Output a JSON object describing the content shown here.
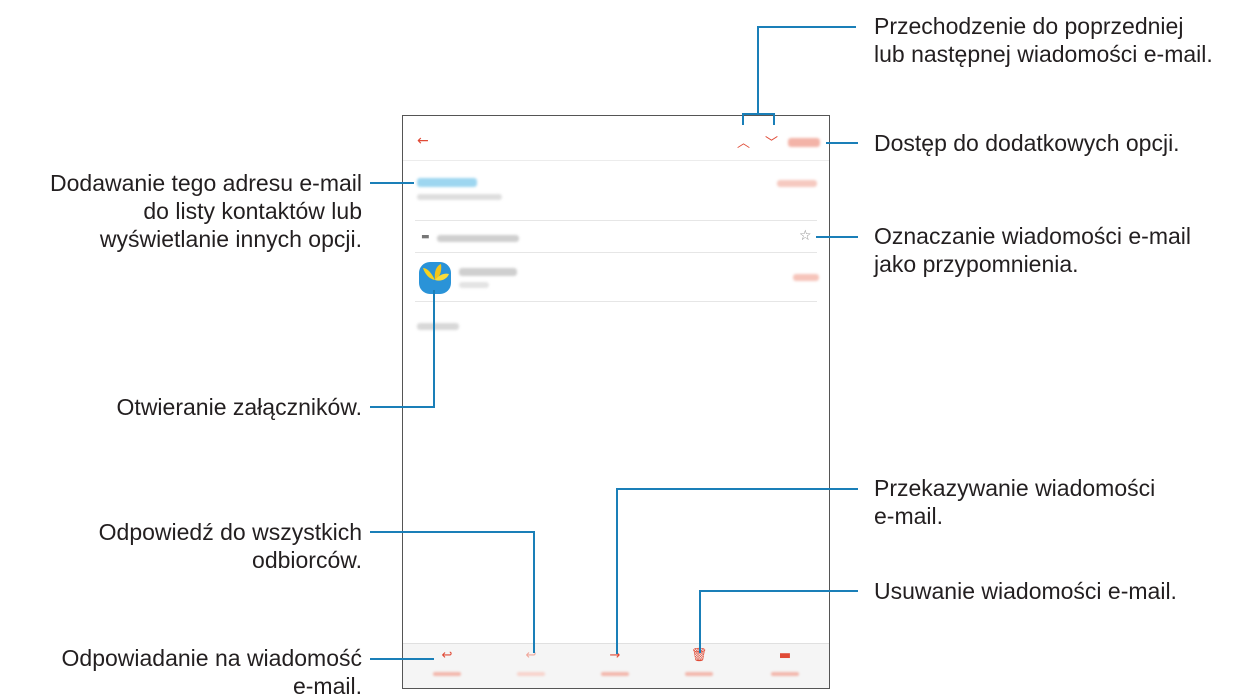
{
  "callouts": {
    "navigate": [
      "Przechodzenie do poprzedniej",
      "lub następnej wiadomości e-mail."
    ],
    "more_options": [
      "Dostęp do dodatkowych opcji."
    ],
    "add_contact": [
      "Dodawanie tego adresu e-mail",
      "do listy kontaktów lub",
      "wyświetlanie innych opcji."
    ],
    "star": [
      "Oznaczanie wiadomości e-mail",
      "jako przypomnienia."
    ],
    "attachments": [
      "Otwieranie załączników."
    ],
    "forward": [
      "Przekazywanie wiadomości",
      "e-mail."
    ],
    "reply_all": [
      "Odpowiedź do wszystkich",
      "odbiorców."
    ],
    "delete": [
      "Usuwanie wiadomości e-mail."
    ],
    "reply": [
      "Odpowiadanie na wiadomość",
      "e-mail."
    ]
  },
  "icons": {
    "back": "←",
    "prev": "︿",
    "next": "﹀",
    "star": "☆",
    "reply": "↩",
    "reply_all": "↩",
    "forward": "→",
    "delete": "🗑",
    "chat": "▬"
  },
  "colors": {
    "accent": "#e04a36",
    "callout_line": "#1a7fb8",
    "link_blue": "#2fa3d9"
  }
}
